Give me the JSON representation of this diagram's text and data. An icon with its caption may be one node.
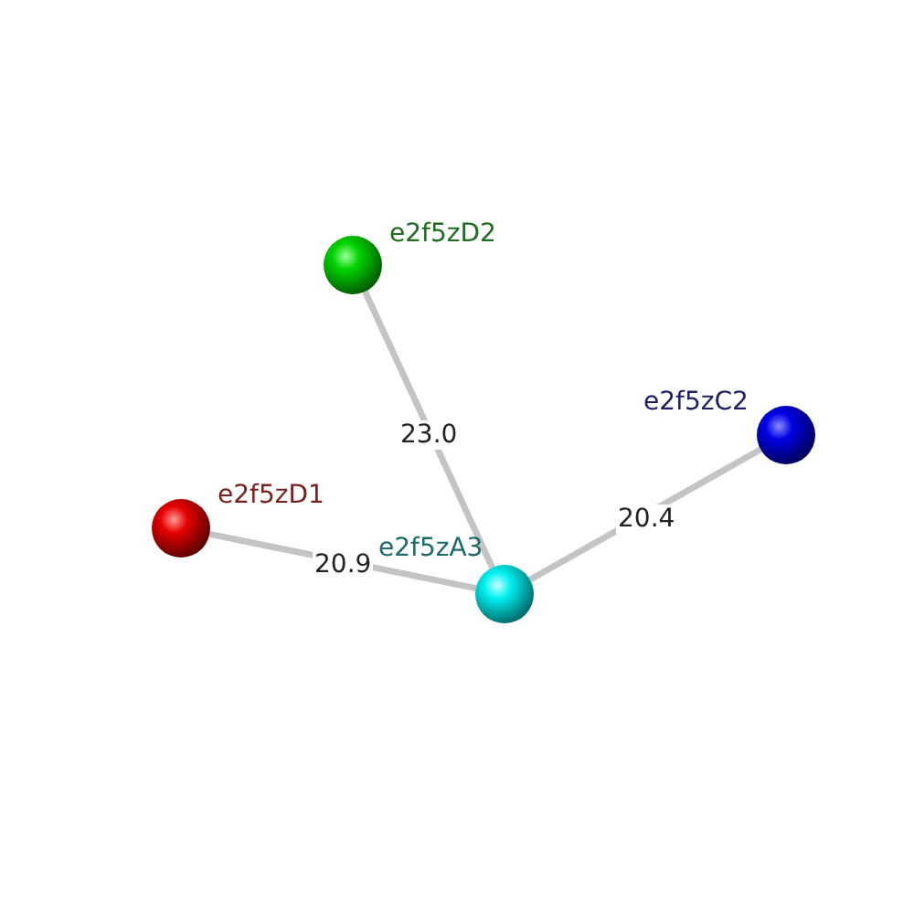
{
  "diagram": {
    "nodes": [
      {
        "text": [],
        "shape": "circle",
        "beside": [
          "e2f5zD2"
        ]
      },
      {
        "text": [],
        "shape": "circle",
        "beside": [
          "e2f5zC2"
        ]
      },
      {
        "text": [],
        "shape": "circle",
        "beside": [
          "e2f5zD1"
        ]
      },
      {
        "text": [],
        "shape": "circle",
        "beside": [
          "e2f5zA3"
        ]
      }
    ],
    "edges": [
      {
        "from": 3,
        "to": 0,
        "arrow": "none",
        "label": "23.0"
      },
      {
        "from": 3,
        "to": 2,
        "arrow": "none",
        "label": "20.9"
      },
      {
        "from": 3,
        "to": 1,
        "arrow": "none",
        "label": "20.4"
      }
    ]
  }
}
